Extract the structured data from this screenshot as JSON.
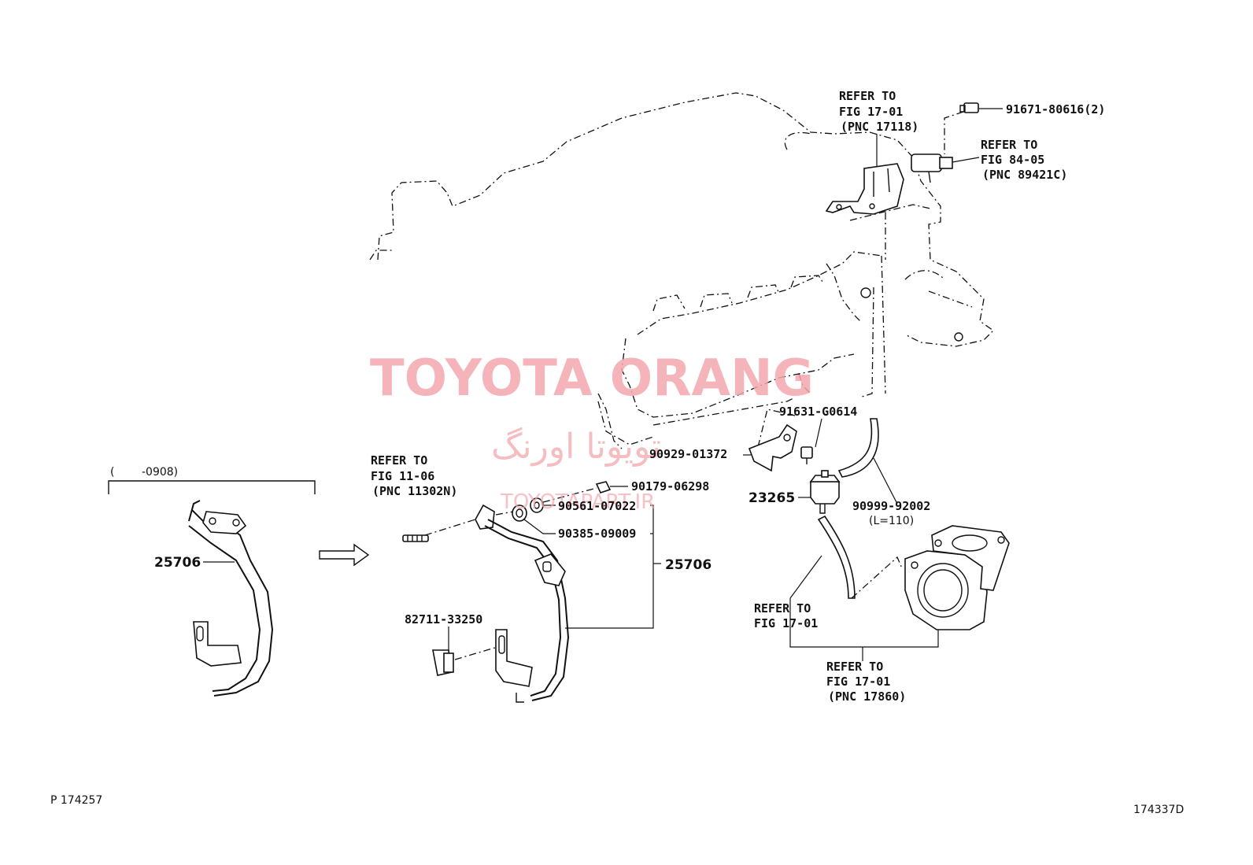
{
  "watermark": {
    "brand": "TOYOTA ORANG",
    "brand_fa": "تویوتا اورنگ",
    "url": "TOYOTAPART.IR"
  },
  "labels": {
    "refer_17118_l1": "REFER TO",
    "refer_17118_l2": "FIG 17-01",
    "refer_17118_l3": "(PNC 17118)",
    "bolt_91671": "91671-80616(2)",
    "refer_89421_l1": "REFER TO",
    "refer_89421_l2": "FIG 84-05",
    "refer_89421_l3": "(PNC 89421C)",
    "bolt_91631": "91631-G0614",
    "bracket_90929": "90929-01372",
    "vsv_23265": "23265",
    "hose_90999": "90999-92002",
    "hose_len": "(L=110)",
    "refer_11302_l1": "REFER TO",
    "refer_11302_l2": "FIG 11-06",
    "refer_11302_l3": "(PNC 11302N)",
    "nut_90179": "90179-06298",
    "washer_90561": "90561-07022",
    "washer_90385": "90385-09009",
    "pipe_25706_right": "25706",
    "clamp_82711": "82711-33250",
    "refer_1701_l1": "REFER TO",
    "refer_1701_l2": "FIG 17-01",
    "refer_17860_l1": "REFER TO",
    "refer_17860_l2": "FIG 17-01",
    "refer_17860_l3": "(PNC 17860)",
    "range_open": "(",
    "range_end": "-0908)",
    "pipe_25706_left": "25706",
    "illus_code": "P 174257",
    "fig_code": "174337D"
  }
}
